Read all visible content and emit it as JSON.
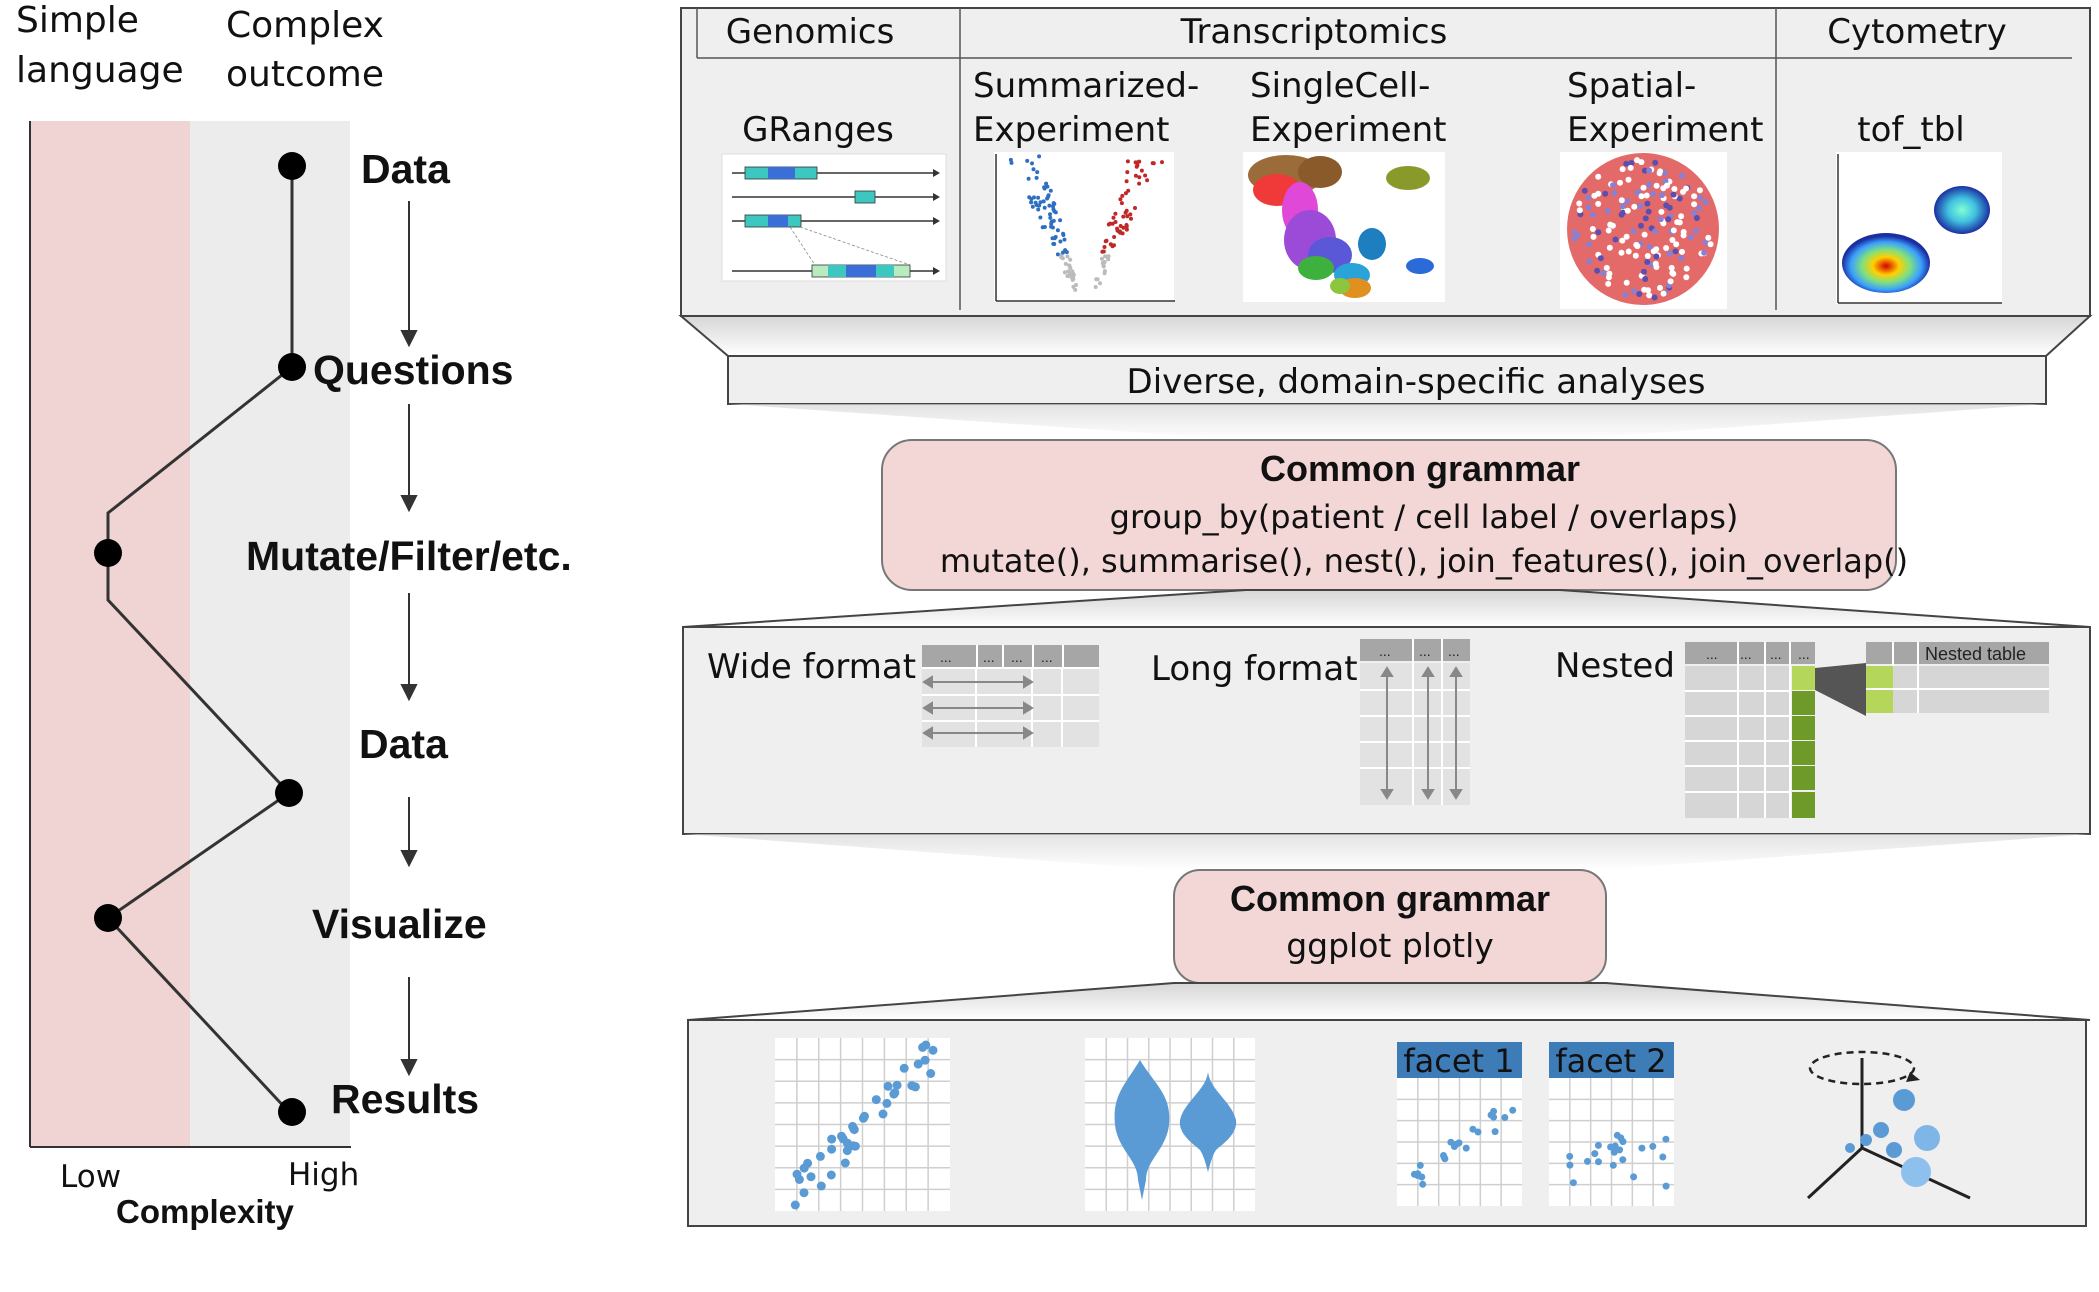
{
  "left_panel": {
    "header_simple": [
      "Simple",
      "language"
    ],
    "header_complex": [
      "Complex",
      "outcome"
    ],
    "steps": [
      "Data",
      "Questions",
      "Mutate/Filter/etc.",
      "Data",
      "Visualize",
      "Results"
    ],
    "axis_low": "Low",
    "axis_high": "High",
    "axis_title": "Complexity",
    "colors": {
      "simple_band": "#f0d4d4",
      "complex_band": "#ececec"
    }
  },
  "top_box": {
    "section_genomics": "Genomics",
    "section_transcriptomics": "Transcriptomics",
    "section_cytometry": "Cytometry",
    "objects": [
      [
        "GRanges"
      ],
      [
        "Summarized-",
        "Experiment"
      ],
      [
        "SingleCell-",
        "Experiment"
      ],
      [
        "Spatial-",
        "Experiment"
      ],
      [
        "tof_tbl"
      ]
    ]
  },
  "diverse_label": "Diverse, domain-specific analyses",
  "grammar_1": {
    "title": "Common grammar",
    "line1": "group_by(patient / cell label / overlaps)",
    "line2": "mutate(), summarise(), nest(), join_features(), join_overlap()"
  },
  "formats": {
    "wide": "Wide format",
    "long": "Long format",
    "nested": "Nested",
    "nested_table_label": "Nested table",
    "ellipsis": "..."
  },
  "grammar_2": {
    "title": "Common grammar",
    "line1": "ggplot plotly"
  },
  "plots": {
    "facet1": "facet 1",
    "facet2": "facet 2"
  },
  "colors": {
    "grammar_fill": "#f3d7d7",
    "panel_fill": "#efefef",
    "point_blue": "#5b9bd5",
    "facet_header": "#3e7cb8",
    "nested_green": "#6e9a2a"
  }
}
